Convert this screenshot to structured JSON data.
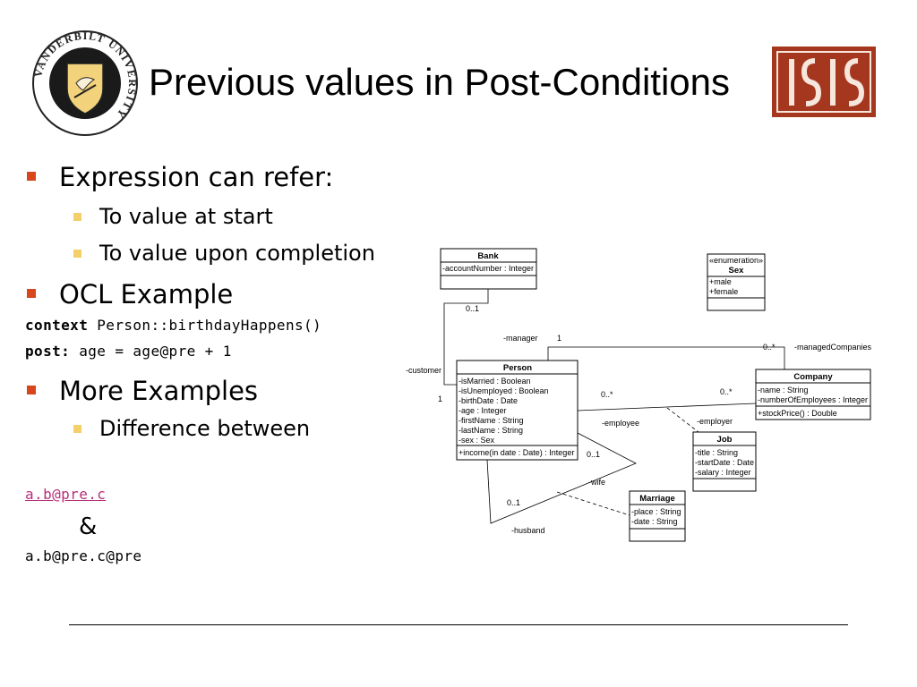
{
  "slide": {
    "title": "Previous values in Post-Conditions",
    "logo_left_text": "VANDERBILT UNIVERSITY",
    "logo_right_text": "ISIS"
  },
  "bullets": {
    "item1": "Expression can refer:",
    "item1_sub": [
      "To value at start",
      "To value upon completion"
    ],
    "item2": "OCL Example",
    "code_line1_kw": "context",
    "code_line1_rest": " Person::birthdayHappens()",
    "code_line2_kw": "post:",
    "code_line2_rest": " age = age@pre + 1",
    "item3": "More Examples",
    "item3_sub": [
      "Difference between"
    ],
    "example1": "a.b@pre.c",
    "amp": "&",
    "example2": "a.b@pre.c@pre"
  },
  "diagram": {
    "bank": {
      "name": "Bank",
      "attrs": [
        "-accountNumber : Integer"
      ]
    },
    "sex": {
      "stereotype": "«enumeration»",
      "name": "Sex",
      "attrs": [
        "+male",
        "+female"
      ]
    },
    "person": {
      "name": "Person",
      "attrs": [
        "-isMarried : Boolean",
        "-isUnemployed : Boolean",
        "-birthDate : Date",
        "-age : Integer",
        "-firstName : String",
        "-lastName : String",
        "-sex : Sex"
      ],
      "ops": [
        "+income(in date : Date) : Integer"
      ]
    },
    "company": {
      "name": "Company",
      "attrs": [
        "-name : String",
        "-numberOfEmployees : Integer"
      ],
      "ops": [
        "+stockPrice() : Double"
      ]
    },
    "job": {
      "name": "Job",
      "attrs": [
        "-title : String",
        "-startDate : Date",
        "-salary : Integer"
      ]
    },
    "marriage": {
      "name": "Marriage",
      "attrs": [
        "-place : String",
        "-date : String"
      ]
    },
    "labels": {
      "bank_mult": "0..1",
      "customer": "-customer",
      "customer_mult": "1",
      "manager": "-manager",
      "manager_mult": "1",
      "managed_mult": "0..*",
      "managed": "-managedCompanies",
      "employee_mult": "0..*",
      "employer_mult": "0..*",
      "employee": "-employee",
      "employer": "-employer",
      "wife_mult": "0..1",
      "wife": "-wife",
      "husband_mult": "0..1",
      "husband": "-husband"
    }
  },
  "colors": {
    "bullet_primary": "#d9461e",
    "bullet_secondary": "#f3d06a",
    "isis_red": "#a6371f",
    "vu_gold": "#f2d27a",
    "link": "#b5307a"
  }
}
